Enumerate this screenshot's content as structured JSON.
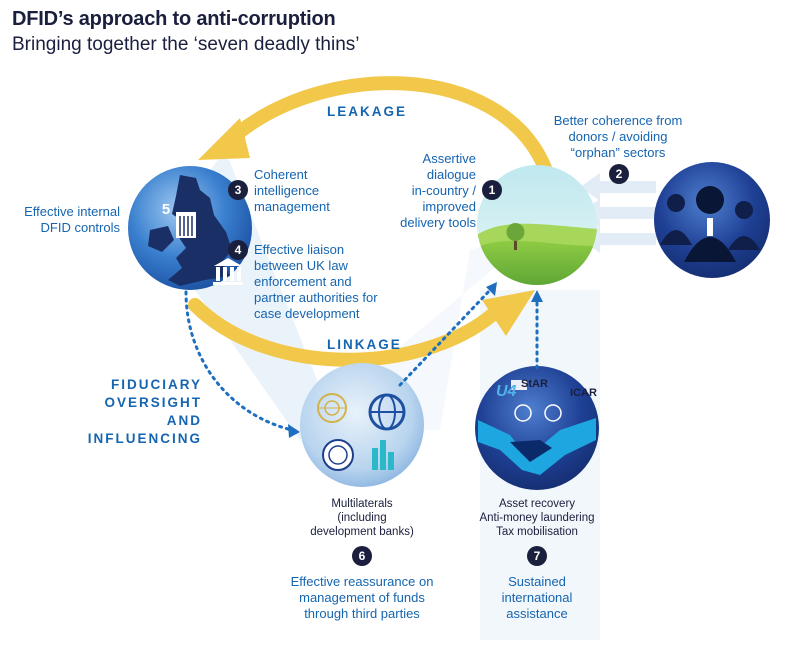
{
  "header": {
    "title": "DFID’s approach to anti-corruption",
    "subtitle": "Bringing together the ‘seven deadly thins’"
  },
  "arrows": {
    "top_label": "LEAKAGE",
    "bottom_label": "LINKAGE",
    "left_label_lines": [
      "FIDUCIARY",
      "OVERSIGHT AND",
      "INFLUENCING"
    ]
  },
  "items": [
    {
      "number": "1",
      "lines": [
        "Assertive",
        "dialogue",
        "in-country /",
        "improved",
        "delivery tools"
      ]
    },
    {
      "number": "2",
      "lines": [
        "Better coherence from",
        "donors / avoiding",
        "“orphan” sectors"
      ]
    },
    {
      "number": "3",
      "lines": [
        "Coherent",
        "intelligence",
        "management"
      ]
    },
    {
      "number": "4",
      "lines": [
        "Effective liaison",
        "between UK law",
        "enforcement and",
        "partner authorities for",
        "case development"
      ]
    },
    {
      "number": "5",
      "lines": [
        "Effective internal",
        "DFID controls"
      ]
    },
    {
      "number": "6",
      "lines": [
        "Effective reassurance on",
        "management of funds",
        "through third parties"
      ]
    },
    {
      "number": "7",
      "lines": [
        "Sustained",
        "international",
        "assistance"
      ]
    }
  ],
  "multilaterals": {
    "lines": [
      "Multilaterals",
      "(including",
      "development banks)"
    ]
  },
  "assistance": {
    "lines": [
      "Asset recovery",
      "Anti-money laundering",
      "Tax mobilisation"
    ]
  },
  "logos": {
    "u4": "U4",
    "star": "StAR",
    "icar": "ICAR"
  },
  "colors": {
    "gold": "#f2c84b",
    "navy": "#1a1f3d",
    "blue_text": "#1565b0",
    "dot_line": "#1e6fc0",
    "sphere_blue": "#2f78c8",
    "sphere_dark": "#16357a"
  },
  "icons": [
    "uk-map-icon",
    "prison-building-icon",
    "courthouse-icon",
    "people-group-icon",
    "landscape-icon",
    "un-emblem-icon",
    "world-bank-globe-icon",
    "imf-seal-icon",
    "city-skyline-icon",
    "handshake-icon"
  ]
}
